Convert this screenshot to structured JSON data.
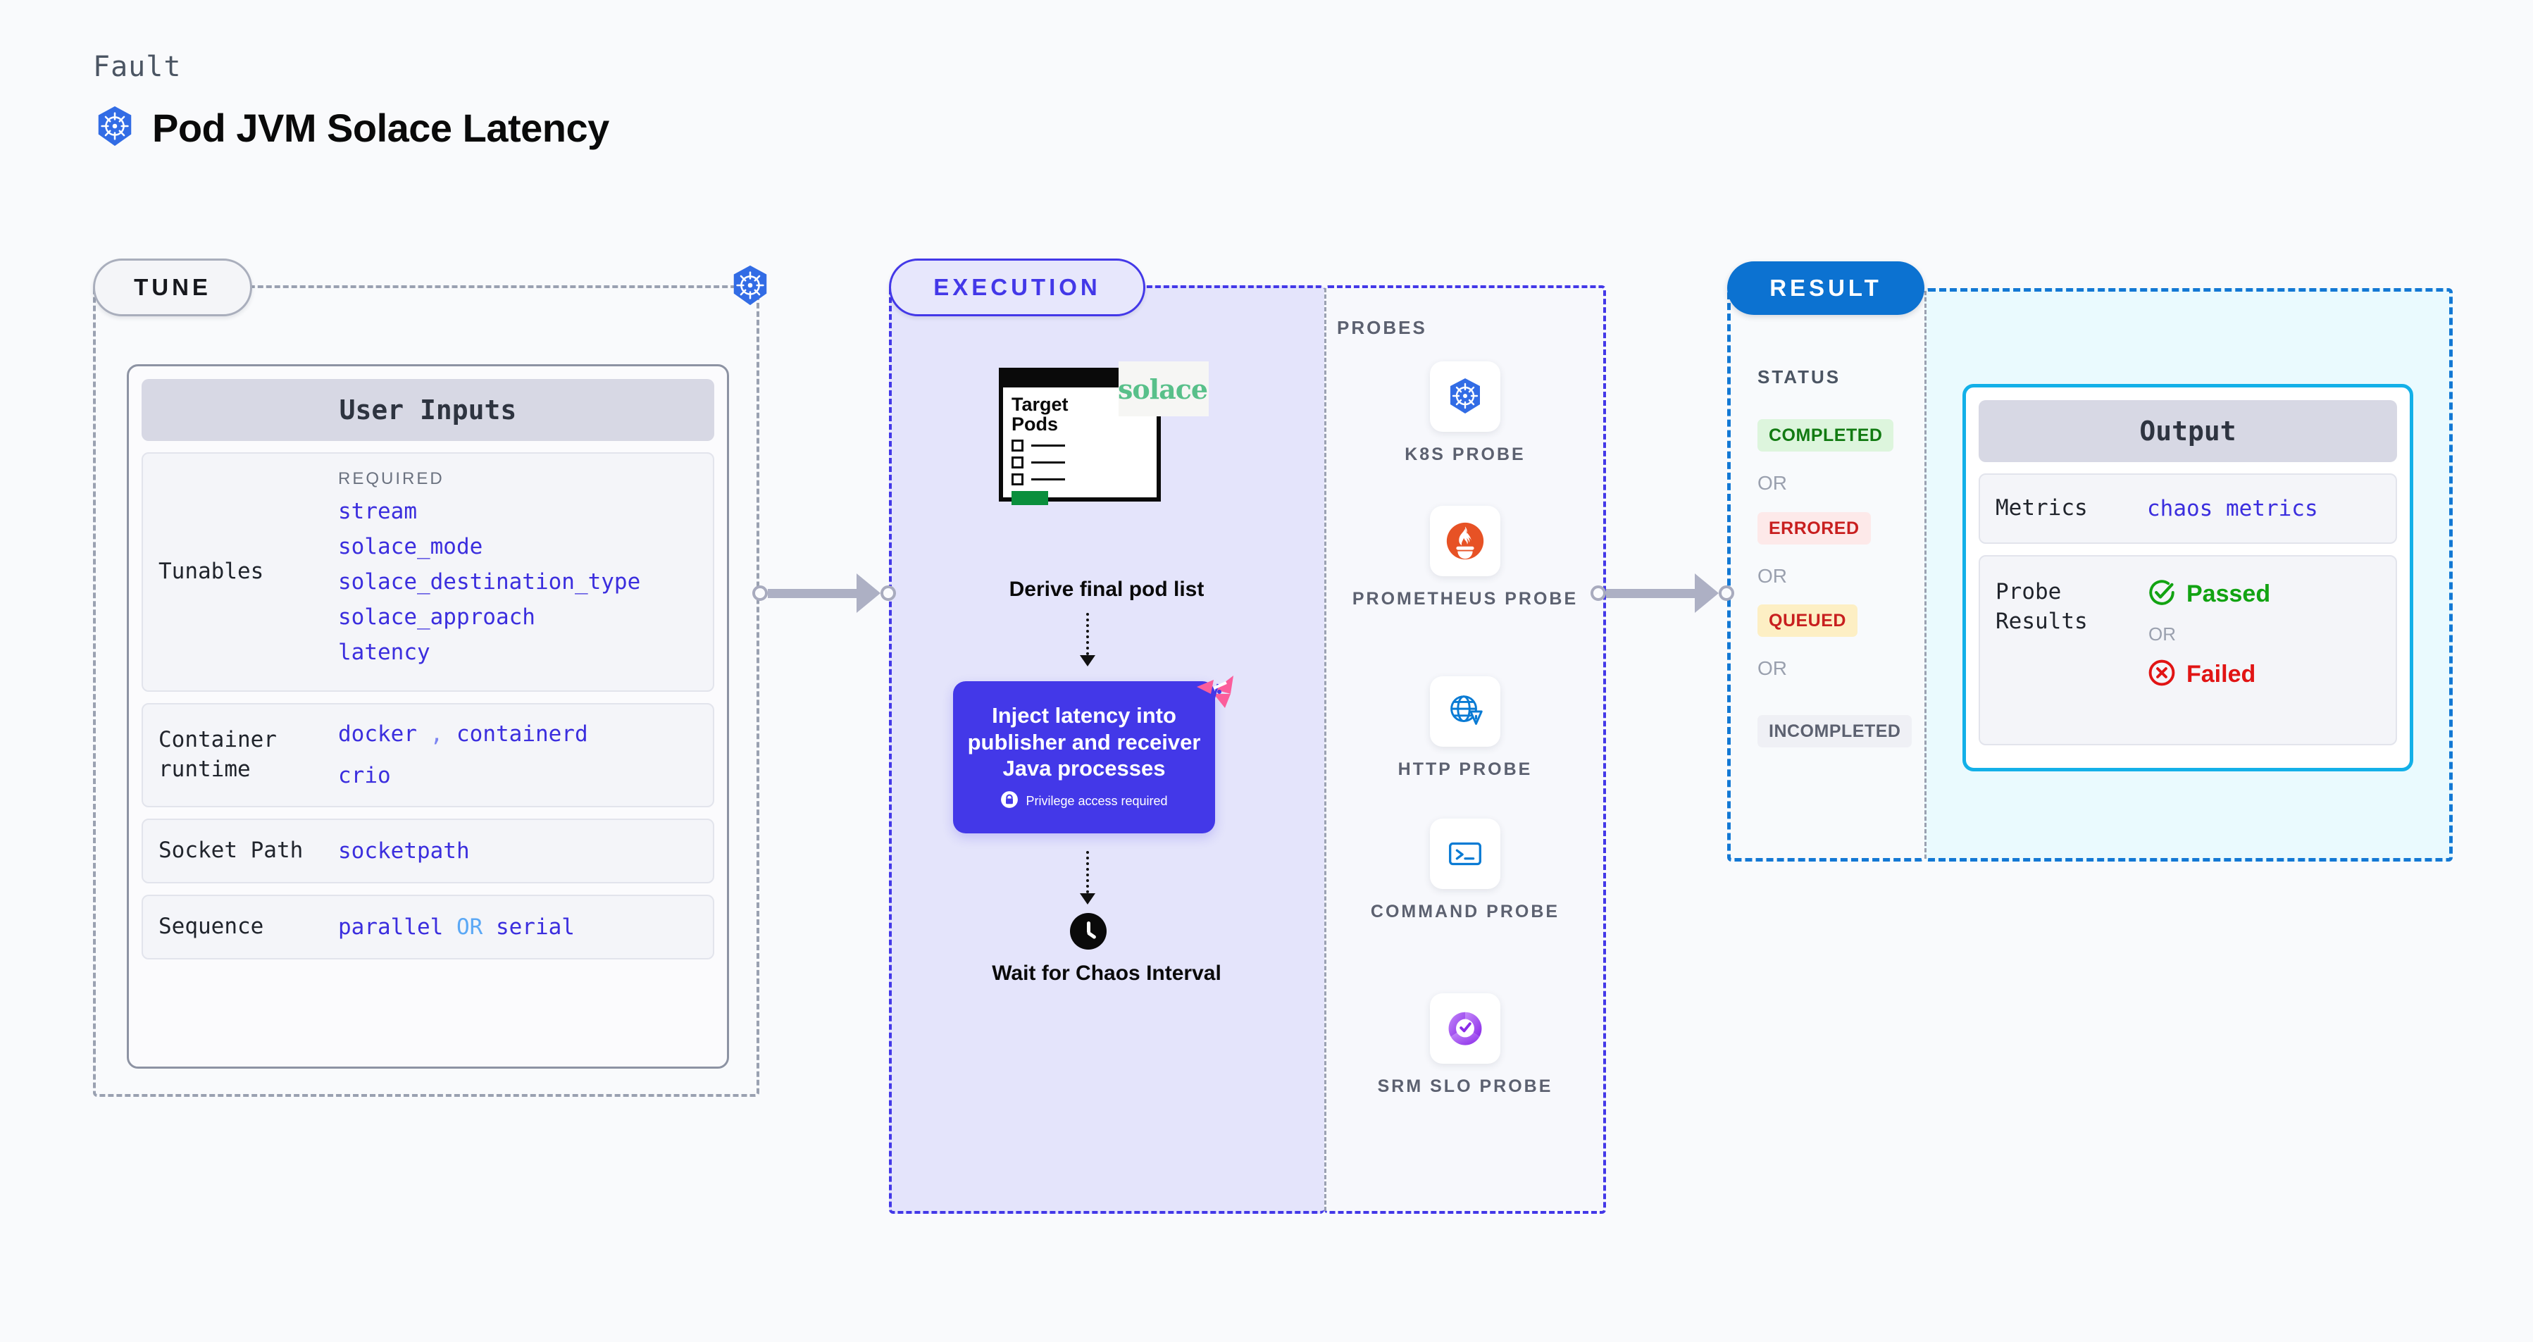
{
  "header": {
    "kicker": "Fault",
    "title": "Pod JVM Solace Latency",
    "icon": "kubernetes-icon"
  },
  "tune": {
    "pill_label": "TUNE",
    "marker_icon": "kubernetes-icon",
    "card_title": "User Inputs",
    "rows": [
      {
        "label": "Tunables",
        "required_heading": "REQUIRED",
        "items": [
          "stream",
          "solace_mode",
          "solace_destination_type",
          "solace_approach",
          "latency"
        ]
      },
      {
        "label": "Container runtime",
        "values": [
          "docker",
          "containerd",
          "crio"
        ],
        "separator": ","
      },
      {
        "label": "Socket Path",
        "value": "socketpath"
      },
      {
        "label": "Sequence",
        "value_a": "parallel",
        "conjunction": "OR",
        "value_b": "serial"
      }
    ]
  },
  "execution": {
    "pill_label": "EXECUTION",
    "target_pods": {
      "title_line1": "Target",
      "title_line2": "Pods",
      "brand_logo": "solace"
    },
    "derive_label": "Derive final pod list",
    "inject": {
      "text": "Inject latency into publisher and receiver Java processes",
      "privilege_note": "Privilege access required",
      "lock_icon": "lock-icon",
      "ribbon_icon": "chaos-ribbon-icon"
    },
    "wait": {
      "label": "Wait for Chaos Interval",
      "icon": "clock-icon"
    }
  },
  "probes": {
    "title": "PROBES",
    "items": [
      {
        "label": "K8S PROBE",
        "icon": "kubernetes-icon"
      },
      {
        "label": "PROMETHEUS PROBE",
        "icon": "prometheus-icon"
      },
      {
        "label": "HTTP PROBE",
        "icon": "globe-warning-icon"
      },
      {
        "label": "COMMAND PROBE",
        "icon": "terminal-icon"
      },
      {
        "label": "SRM SLO PROBE",
        "icon": "srm-slo-icon"
      }
    ]
  },
  "result": {
    "pill_label": "RESULT",
    "status_title": "STATUS",
    "or_label": "OR",
    "statuses": [
      {
        "label": "COMPLETED",
        "color": "#117A11",
        "bg": "#DDF5DD"
      },
      {
        "label": "ERRORED",
        "color": "#C81F1F",
        "bg": "#FDE9E9"
      },
      {
        "label": "QUEUED",
        "color": "#C81F1F",
        "bg": "#FDEFC4"
      },
      {
        "label": "INCOMPLETED",
        "color": "#5C6170",
        "bg": "#EFF0F5"
      }
    ],
    "output": {
      "card_title": "Output",
      "metrics_label": "Metrics",
      "metrics_value": "chaos metrics",
      "probe_results_label": "Probe Results",
      "passed_label": "Passed",
      "failed_label": "Failed",
      "or_label": "OR",
      "passed_icon": "check-circle-icon",
      "failed_icon": "x-circle-icon"
    }
  },
  "colors": {
    "background": "#F9FAFC",
    "accent_indigo": "#4338E8",
    "accent_blue": "#0C72D1",
    "accent_cyan": "#13B0E8",
    "k8s_blue": "#326CE5",
    "solace_green": "#58C08A",
    "ribbon_pink": "#FB5D9B"
  }
}
